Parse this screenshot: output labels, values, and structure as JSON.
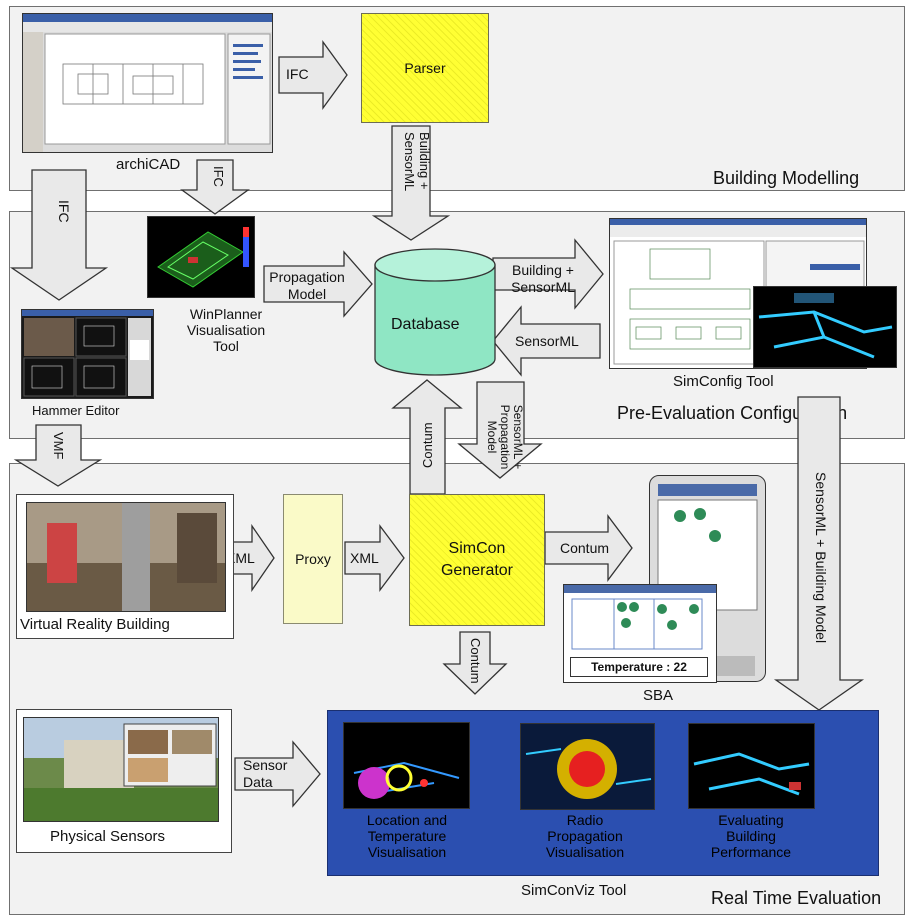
{
  "bands": {
    "building_modelling": "Building Modelling",
    "pre_evaluation": "Pre-Evaluation Configuration",
    "real_time": "Real Time Evaluation"
  },
  "nodes": {
    "archicad": "archiCAD",
    "parser": "Parser",
    "winplanner": [
      "WinPlanner",
      "Visualisation",
      "Tool"
    ],
    "hammer": "Hammer Editor",
    "database": "Database",
    "simconfig": "SimConfig Tool",
    "vr_building": "Virtual Reality Building",
    "proxy": "Proxy",
    "simcon_generator": [
      "SimCon",
      "Generator"
    ],
    "sba": "SBA",
    "sba_temperature": "Temperature : 22",
    "physical_sensors": "Physical Sensors",
    "simconviz": "SimConViz Tool",
    "viz_location": [
      "Location and",
      "Temperature",
      "Visualisation"
    ],
    "viz_radio": [
      "Radio",
      "Propagation",
      "Visualisation"
    ],
    "viz_building": [
      "Evaluating",
      "Building",
      "Performance"
    ]
  },
  "arrows": {
    "ifc_parser": "IFC",
    "building_sensorml_down": [
      "Building +",
      "SensorML"
    ],
    "ifc_winplanner": "IFC",
    "ifc_hammer": "IFC",
    "propagation_model": [
      "Propagation",
      "Model"
    ],
    "building_sensorml_right": [
      "Building +",
      "SensorML"
    ],
    "sensorml_left": "SensorML",
    "contum_up": "Contum",
    "sensorml_propagation_down": [
      "SensorML +",
      "Propagation",
      "Model"
    ],
    "vmf": "VMF",
    "xml_1": "XML",
    "xml_2": "XML",
    "contum_right": "Contum",
    "contum_down": "Contum",
    "sensorml_building_model": "SensorML + Building Model",
    "sensor_data": [
      "Sensor",
      "Data"
    ]
  },
  "colors": {
    "band_fill": "#f2f2f2",
    "yellow_box": "#ffff33",
    "proxy_box": "#fafac8",
    "database": "#8fe6c4",
    "simconviz_panel": "#2b4fb0",
    "arrow_fill": "#e9e9e9"
  },
  "icons": [
    "archicad-screenshot",
    "winplanner-screenshot",
    "hammer-screenshot",
    "simconfig-screenshot",
    "vr-screenshot",
    "sba-device",
    "physical-sensors-photo",
    "viz-screenshot"
  ]
}
